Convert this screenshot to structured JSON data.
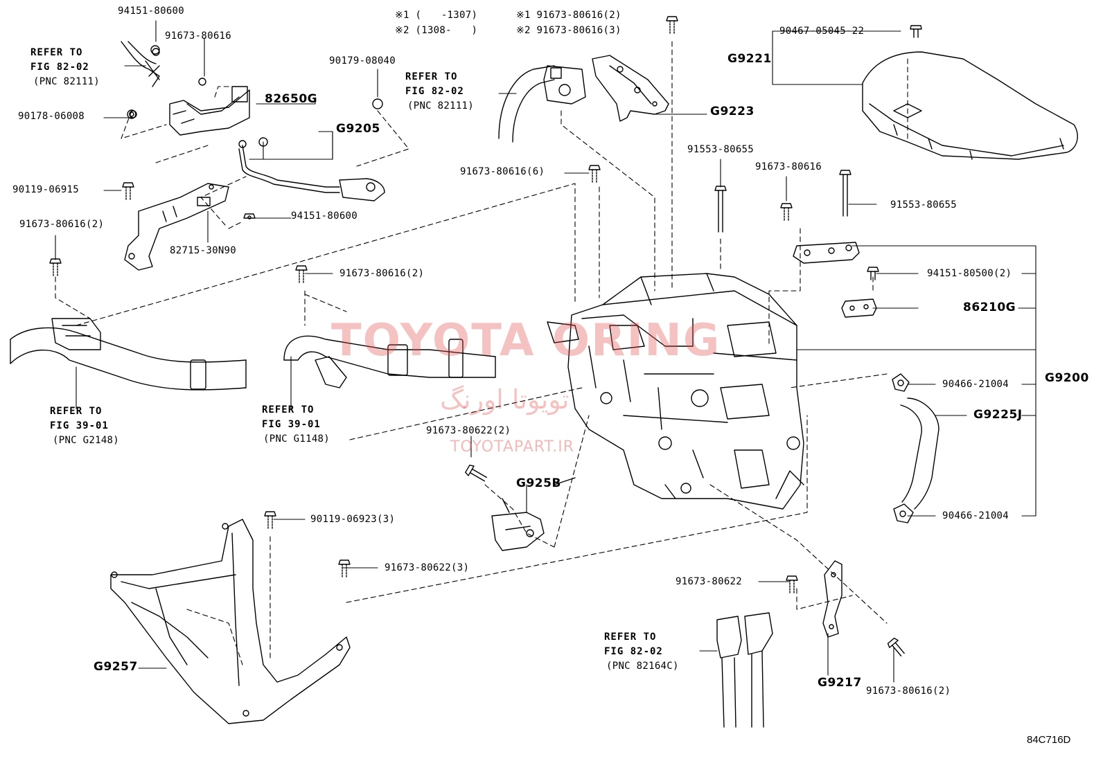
{
  "notes": {
    "n1": "※1 (　　-1307)",
    "n2": "※2 (1308-　　)",
    "n3": "※1 91673-80616(2)",
    "n4": "※2 91673-80616(3)"
  },
  "labels": {
    "p94151_80600_top": "94151-80600",
    "p91673_80616_a": "91673-80616",
    "p82650G": "82650G",
    "p90178_06008": "90178-06008",
    "pG9205": "G9205",
    "p90179_08040": "90179-08040",
    "p90119_06915": "90119-06915",
    "p94151_80600_b": "94151-80600",
    "p91673_80616_2a": "91673-80616(2)",
    "p82715_30N90": "82715-30N90",
    "p91673_80616_6": "91673-80616(6)",
    "pG9223": "G9223",
    "p90467_05045_22": "90467-05045-22",
    "pG9221": "G9221",
    "p91553_80655_a": "91553-80655",
    "p91673_80616_b": "91673-80616",
    "p91553_80655_b": "91553-80655",
    "p94151_80500_2": "94151-80500(2)",
    "p86210G": "86210G",
    "p91673_80616_2b": "91673-80616(2)",
    "p90466_21004_a": "90466-21004",
    "pG9200": "G9200",
    "pG9225J": "G9225J",
    "p90466_21004_b": "90466-21004",
    "p91673_80622_2": "91673-80622(2)",
    "pG925B": "G925B",
    "p90119_06923_3": "90119-06923(3)",
    "p91673_80622_3": "91673-80622(3)",
    "p91673_80622": "91673-80622",
    "pG9257": "G9257",
    "pG9217": "G9217",
    "p91673_80616_2c": "91673-80616(2)"
  },
  "refs": {
    "r1": [
      "REFER TO",
      "FIG 82-02",
      "(PNC 82111)"
    ],
    "r2": [
      "REFER TO",
      "FIG 82-02",
      "(PNC 82111)"
    ],
    "r3": [
      "REFER TO",
      "FIG 39-01",
      "(PNC G2148)"
    ],
    "r4": [
      "REFER TO",
      "FIG 39-01",
      "(PNC G1148)"
    ],
    "r5": [
      "REFER TO",
      "FIG 82-02",
      "(PNC 82164C)"
    ]
  },
  "watermark": {
    "brand": "TOYOTA ORING",
    "persian": "تویوتا اورنگ",
    "site": "TOYOTAPART.IR"
  },
  "diagram_code": "84C716D"
}
